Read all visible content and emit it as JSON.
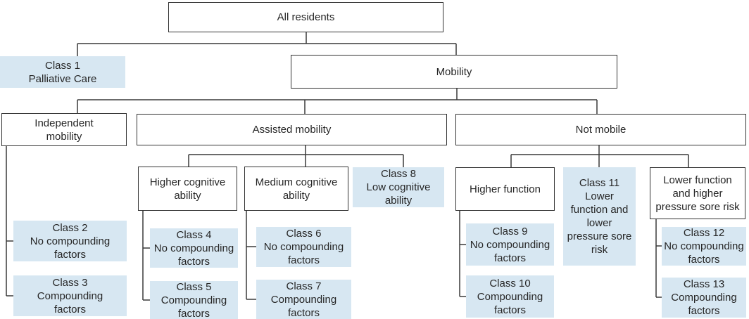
{
  "diagram": {
    "type": "flowchart",
    "description": "Resident classification tree"
  },
  "nodes": {
    "all_residents": {
      "label": "All residents"
    },
    "mobility": {
      "label": "Mobility"
    },
    "independent_mobility": {
      "label": "Independent mobility"
    },
    "assisted_mobility": {
      "label": "Assisted mobility"
    },
    "not_mobile": {
      "label": "Not mobile"
    },
    "higher_cognitive_ability": {
      "label": "Higher cognitive ability"
    },
    "medium_cognitive_ability": {
      "label": "Medium cognitive ability"
    },
    "higher_function": {
      "label": "Higher function"
    },
    "lower_function_higher_pressure_sore_risk": {
      "label": "Lower function and higher pressure sore risk"
    }
  },
  "classes": {
    "class1": {
      "label": "Class 1",
      "desc": "Palliative Care"
    },
    "class2": {
      "label": "Class 2",
      "desc": "No compounding factors"
    },
    "class3": {
      "label": "Class 3",
      "desc": "Compounding factors"
    },
    "class4": {
      "label": "Class 4",
      "desc": "No compounding factors"
    },
    "class5": {
      "label": "Class 5",
      "desc": "Compounding factors"
    },
    "class6": {
      "label": "Class 6",
      "desc": "No compounding factors"
    },
    "class7": {
      "label": "Class 7",
      "desc": "Compounding factors"
    },
    "class8": {
      "label": "Class 8",
      "desc": "Low cognitive ability"
    },
    "class9": {
      "label": "Class 9",
      "desc": "No compounding factors"
    },
    "class10": {
      "label": "Class 10",
      "desc": "Compounding factors"
    },
    "class11": {
      "label": "Class 11",
      "desc": "Lower function and lower pressure sore risk"
    },
    "class12": {
      "label": "Class 12",
      "desc": "No compounding factors"
    },
    "class13": {
      "label": "Class 13",
      "desc": "Compounding factors"
    }
  },
  "colors": {
    "class_fill": "#d7e7f2",
    "box_border": "#333333",
    "text": "#262626",
    "connector": "#3a3a3a"
  }
}
